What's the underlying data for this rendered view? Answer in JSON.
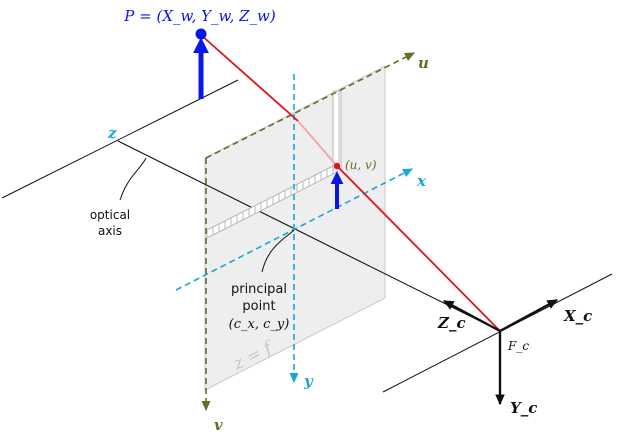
{
  "point_label": "P = (X_w, Y_w, Z_w)",
  "image_point_label": "(u, v)",
  "optical_axis_label": [
    "optical",
    "axis"
  ],
  "principal_point_label": [
    "principal",
    "point",
    "(c_x, c_y)"
  ],
  "plane_label": "z = f",
  "camera_frame_label": "F_c",
  "axes": {
    "u": "u",
    "v": "v",
    "x": "x",
    "y": "y",
    "z": "z",
    "Xc": "X_c",
    "Yc": "Y_c",
    "Zc": "Z_c"
  },
  "colors": {
    "point_blue": "#0a16e6",
    "ray_red": "#e0141e",
    "uv_axis_olive": "#6b6b2a",
    "xy_axis_cyan": "#1aa6d9",
    "plane_fill": "#eeeeee",
    "plane_stroke": "#c8c8c8",
    "black": "#111111"
  }
}
